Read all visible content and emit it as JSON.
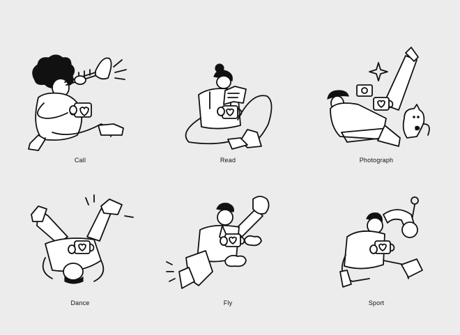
{
  "illustrations": [
    {
      "key": "call",
      "label": "Call"
    },
    {
      "key": "read",
      "label": "Read"
    },
    {
      "key": "photograph",
      "label": "Photograph"
    },
    {
      "key": "dance",
      "label": "Dance"
    },
    {
      "key": "fly",
      "label": "Fly"
    },
    {
      "key": "sport",
      "label": "Sport"
    }
  ],
  "colors": {
    "background": "#ececec",
    "ink": "#111111"
  }
}
